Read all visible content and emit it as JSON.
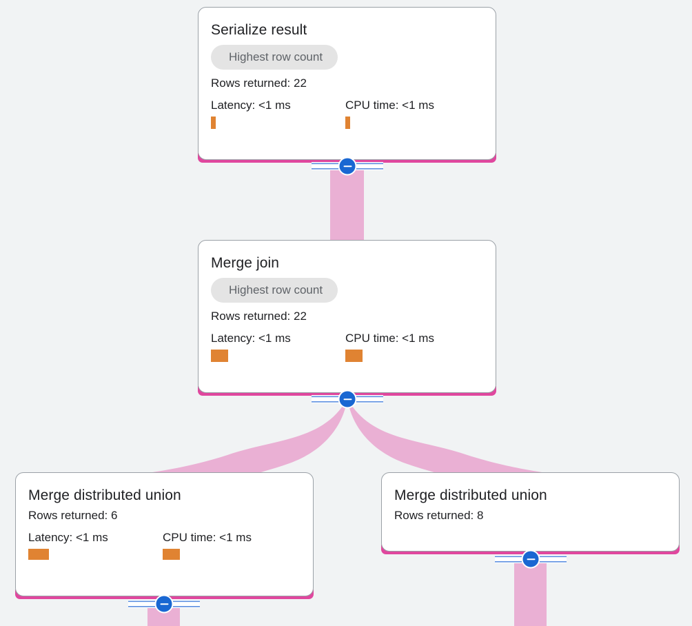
{
  "diagram": {
    "type": "query-execution-plan",
    "background_color": "#f1f3f4",
    "edge_color": "#eab0d4",
    "node_footer_color": "#e0479e",
    "metric_bar_color": "#e08332",
    "toggle_color": "#1967d2",
    "chip_background": "#e4e4e4"
  },
  "nodes": [
    {
      "id": "serialize-result",
      "title": "Serialize result",
      "badge": "Highest row count",
      "rows_returned": "Rows returned: 22",
      "latency": "Latency: <1 ms",
      "cpu_time": "CPU time: <1 ms"
    },
    {
      "id": "merge-join",
      "title": "Merge join",
      "badge": "Highest row count",
      "rows_returned": "Rows returned: 22",
      "latency": "Latency: <1 ms",
      "cpu_time": "CPU time: <1 ms"
    },
    {
      "id": "merge-distributed-union-left",
      "title": "Merge distributed union",
      "rows_returned": "Rows returned: 6",
      "latency": "Latency: <1 ms",
      "cpu_time": "CPU time: <1 ms"
    },
    {
      "id": "merge-distributed-union-right",
      "title": "Merge distributed union",
      "rows_returned": "Rows returned: 8"
    }
  ],
  "toggles": [
    {
      "id": "toggle-serialize-result",
      "state": "expanded",
      "icon": "minus-icon"
    },
    {
      "id": "toggle-merge-join",
      "state": "expanded",
      "icon": "minus-icon"
    },
    {
      "id": "toggle-merge-distributed-union-left",
      "state": "expanded",
      "icon": "minus-icon"
    },
    {
      "id": "toggle-merge-distributed-union-right",
      "state": "expanded",
      "icon": "minus-icon"
    }
  ]
}
